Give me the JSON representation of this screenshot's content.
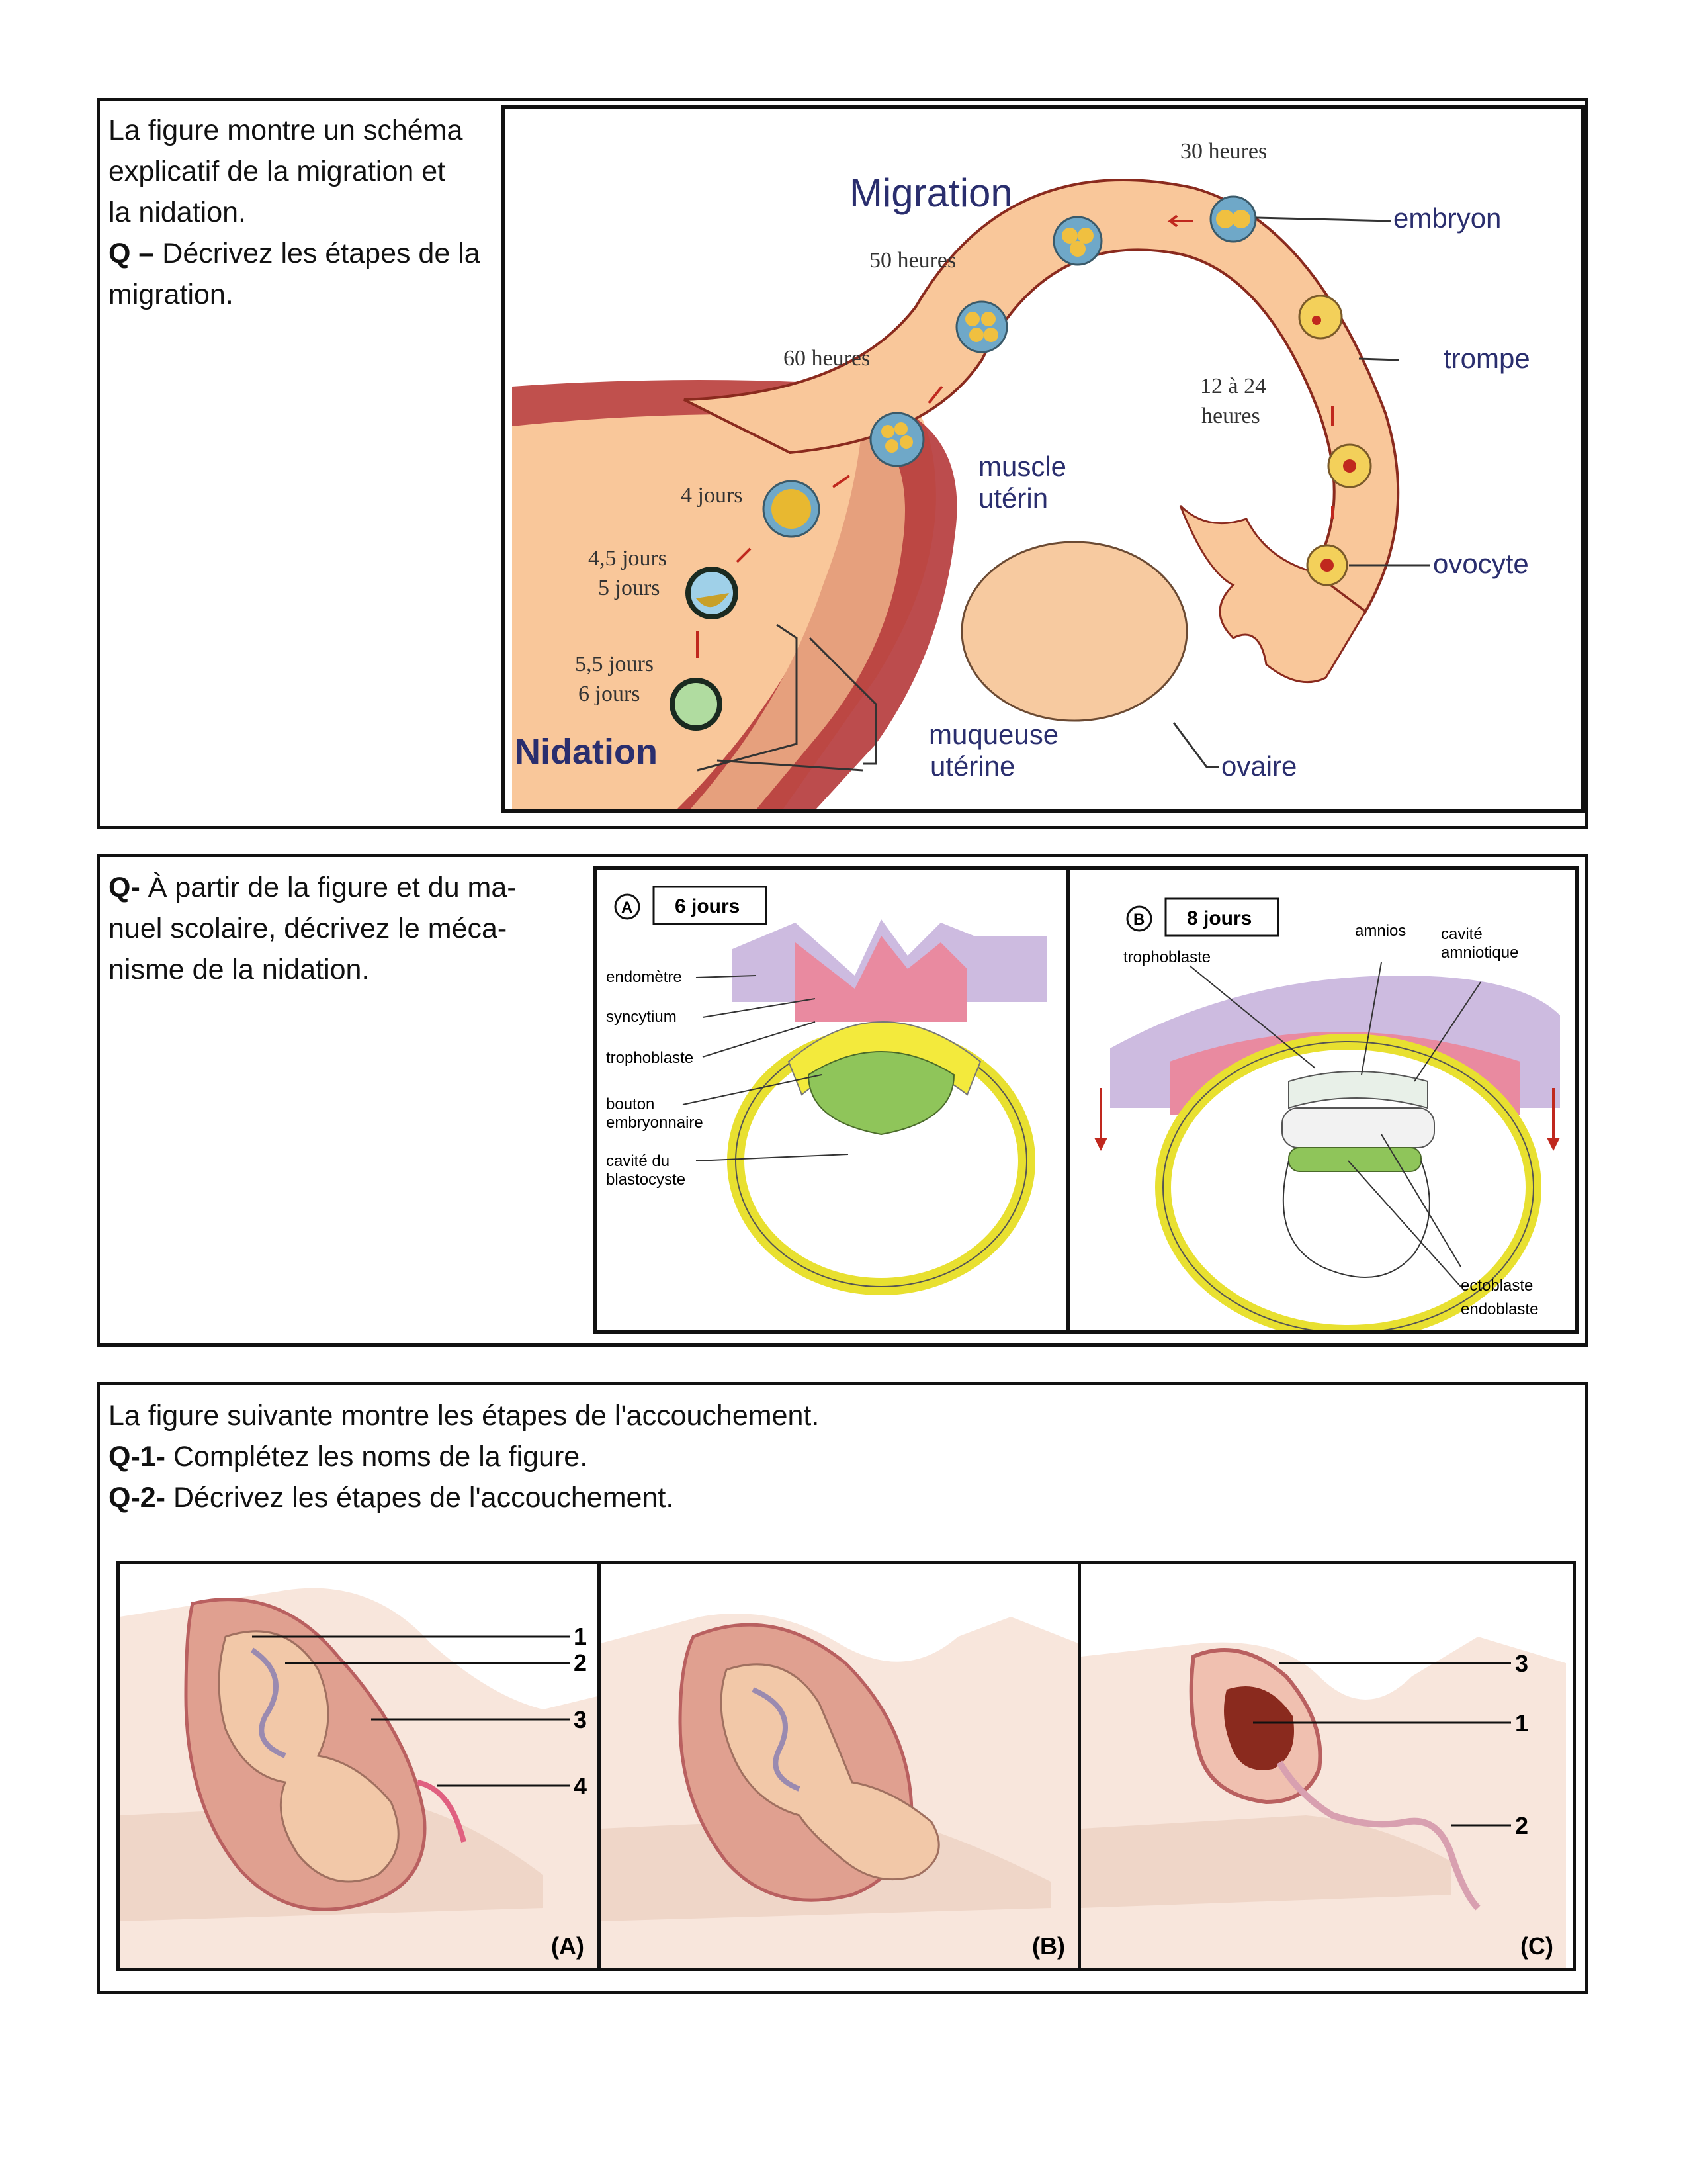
{
  "section1": {
    "text": [
      "La figure montre un schéma",
      "explicatif de la migration et",
      "la nidation."
    ],
    "q_label": "Q –",
    "q_text": " Décrivez les étapes de la",
    "q_text2": "migration.",
    "figure": {
      "title_migration": "Migration",
      "title_nidation": "Nidation",
      "t_30h": "30 heures",
      "t_50h": "50 heures",
      "t_60h": "60 heures",
      "t_12_24_a": "12 à 24",
      "t_12_24_b": "heures",
      "t_4j": "4 jours",
      "t_45j_a": "4,5 jours",
      "t_45j_b": "5 jours",
      "t_55j_a": "5,5 jours",
      "t_55j_b": "6 jours",
      "lbl_embryon": "embryon",
      "lbl_trompe": "trompe",
      "lbl_ovocyte": "ovocyte",
      "lbl_ovaire": "ovaire",
      "lbl_muscle_a": "muscle",
      "lbl_muscle_b": "utérin",
      "lbl_muqueuse_a": "muqueuse",
      "lbl_muqueuse_b": "utérine"
    }
  },
  "section2": {
    "q_label": "Q-",
    "lines": [
      " À partir de la figure et du ma-",
      "nuel scolaire, décrivez le méca-",
      "nisme de la nidation."
    ],
    "panelA": {
      "letter": "A",
      "day": "6 jours",
      "labels": [
        "endomètre",
        "syncytium",
        "trophoblaste",
        "bouton",
        "embryonnaire",
        "cavité du",
        "blastocyste"
      ]
    },
    "panelB": {
      "letter": "B",
      "day": "8 jours",
      "labels": [
        "trophoblaste",
        "amnios",
        "cavité",
        "amniotique",
        "ectoblaste",
        "endoblaste"
      ]
    }
  },
  "section3": {
    "intro": "La figure suivante montre les étapes de l'accouchement.",
    "q1_label": "Q-1-",
    "q1_text": " Complétez les noms de la figure.",
    "q2_label": "Q-2-",
    "q2_text": " Décrivez les étapes de l'accouchement.",
    "panels": [
      {
        "tag": "(A)",
        "numbers": [
          "1",
          "2",
          "3",
          "4"
        ]
      },
      {
        "tag": "(B)",
        "numbers": []
      },
      {
        "tag": "(C)",
        "numbers": [
          "3",
          "1",
          "2"
        ]
      }
    ]
  },
  "colors": {
    "tube": "#f9c79a",
    "tube_outline": "#8a2a1e",
    "muscle": "#b5383a",
    "mucosa": "#e6a07d",
    "ovary": "#f7caa0",
    "cell_yellow": "#f3ea3c",
    "cell_green": "#8fc55a",
    "endometrium": "#cdbbe0",
    "pink": "#e98aa0"
  }
}
